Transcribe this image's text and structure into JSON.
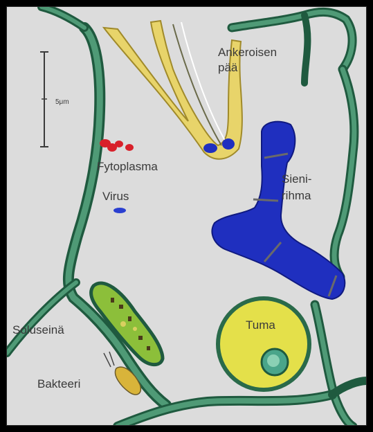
{
  "scale_label": "5μm",
  "labels": {
    "ankeroinen_1": "Ankeroisen",
    "ankeroinen_2": "pää",
    "fytoplasma": "Fytoplasma",
    "virus": "Virus",
    "sieni_1": "Sieni-",
    "sieni_2": "rihma",
    "soluseina": "Soluseinä",
    "bakteeri": "Bakteeri",
    "tuma": "Tuma"
  },
  "colors": {
    "background": "#dcdcdc",
    "cell_wall": "#1f5a3f",
    "cell_wall_fill": "#3f8a6a",
    "nematode": "#e8d46a",
    "fungus": "#1f2fbf",
    "phytoplasma": "#d8202a",
    "virus": "#2a3fd0",
    "nucleus": "#e4e04a",
    "nucleolus": "#4aa58a",
    "chloroplast": "#8cbf3a"
  }
}
